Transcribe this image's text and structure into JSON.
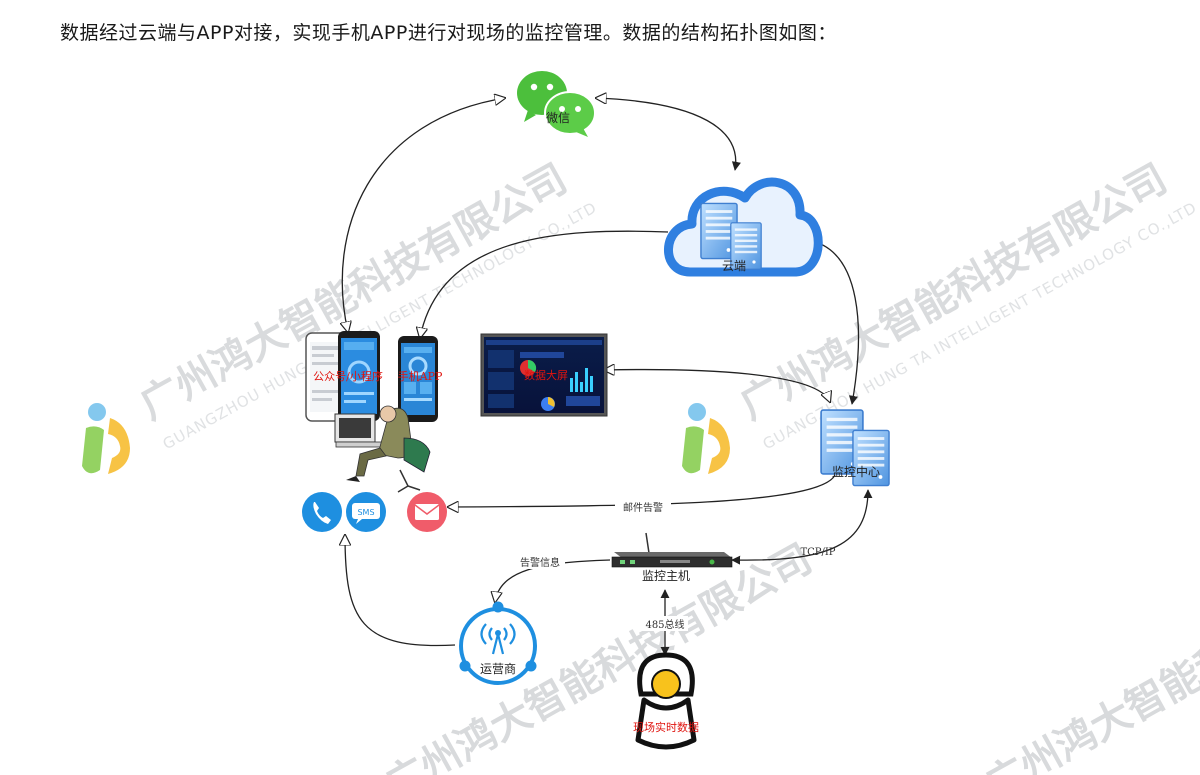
{
  "intro_text": "数据经过云端与APP对接，实现手机APP进行对现场的监控管理。数据的结构拓扑图如图：",
  "watermark": {
    "company_cn": "广州鸿大智能科技有限公司",
    "company_en": "GUANGZHOU HUNG TA INTELLIGENT TECHNOLOGY CO.,LTD",
    "color": "#d8dadc"
  },
  "nodes": {
    "wechat": "微信",
    "cloud": "云端",
    "official_account": "公众号/小程序",
    "phone_app": "手机APP",
    "big_screen": "数据大屏",
    "monitor_center": "监控中心",
    "host": "监控主机",
    "operator": "运营商",
    "site_data": "现场实时数据",
    "sms": "SMS"
  },
  "edges": {
    "email_alarm": "邮件告警",
    "tcp_ip": "TCP/IP",
    "alarm_info": "告警信息",
    "bus_485": "485总线"
  },
  "colors": {
    "wechat_green": "#4cbf3c",
    "cloud_blue": "#2f7fe0",
    "server_blue": "#5aa0e8",
    "phone_blue": "#1e8fe0",
    "mail_red": "#f05c6a",
    "label_red": "#e0140f",
    "sensor_yellow": "#f8c21c"
  }
}
